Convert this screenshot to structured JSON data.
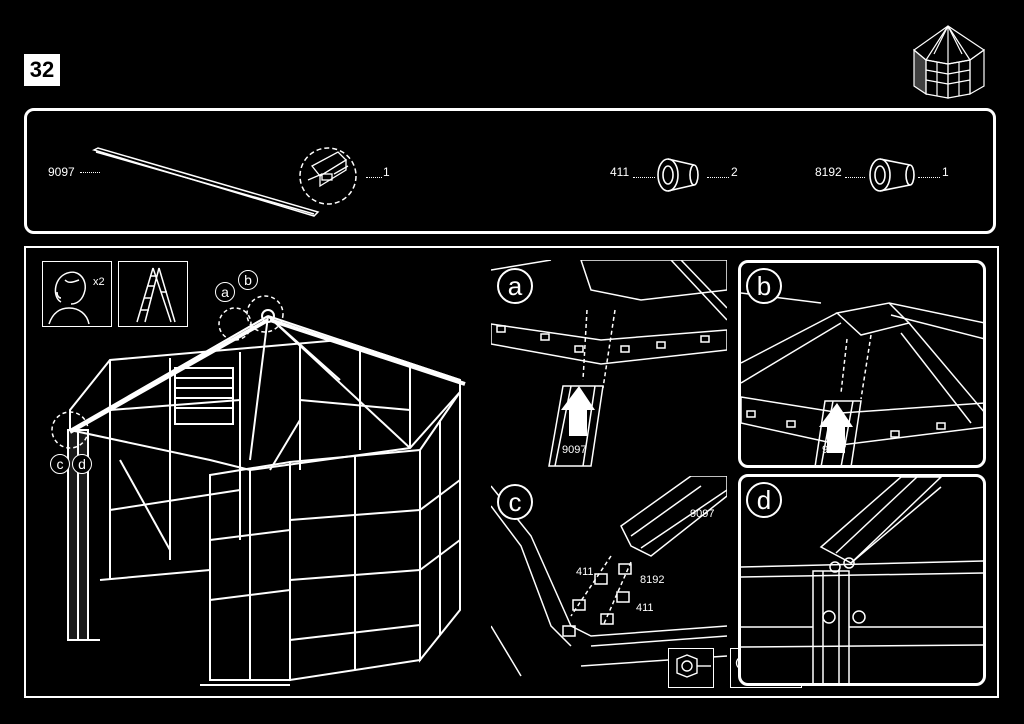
{
  "step": {
    "number": "32"
  },
  "parts": [
    {
      "code": "9097",
      "qty": "1",
      "icon": "profile-bar-icon"
    },
    {
      "code": "411",
      "qty": "2",
      "icon": "bushing-icon"
    },
    {
      "code": "8192",
      "qty": "1",
      "icon": "bushing-icon"
    }
  ],
  "assembly": {
    "helpers": "x2",
    "callout_a": "a",
    "callout_b": "b",
    "callout_c": "c",
    "callout_d": "d"
  },
  "details": {
    "a": {
      "letter": "a",
      "part": "9097"
    },
    "b": {
      "letter": "b",
      "part": "9097"
    },
    "c": {
      "letter": "c",
      "labels": [
        "9097",
        "411",
        "8192",
        "411"
      ]
    },
    "d": {
      "letter": "d"
    }
  },
  "colors": {
    "background": "#000000",
    "line": "#ffffff"
  }
}
